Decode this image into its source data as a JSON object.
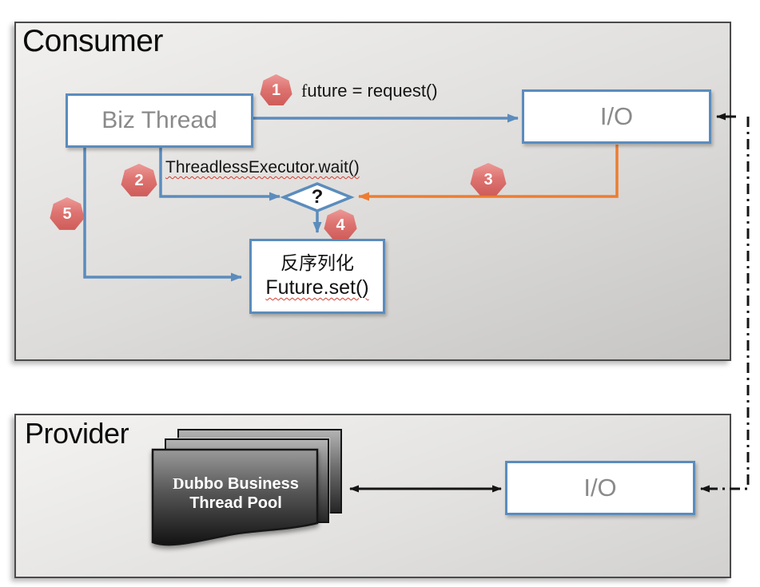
{
  "consumer": {
    "title": "Consumer",
    "biz_thread_label": "Biz Thread",
    "io_label": "I/O",
    "step1_badge": "1",
    "step1_label": "future = request()",
    "step2_badge": "2",
    "step2_label": "ThreadlessExecutor.wait()",
    "step3_badge": "3",
    "step4_badge": "4",
    "step5_badge": "5",
    "decision_label": "?",
    "deserialize_line1": "反序列化",
    "deserialize_line2": "Future.set()"
  },
  "provider": {
    "title": "Provider",
    "pool_line1": "Dubbo Business",
    "pool_line2": "Thread Pool",
    "io_label": "I/O"
  },
  "colors": {
    "connector_blue": "#5b8cbd",
    "connector_orange": "#ed7d31",
    "connector_black": "#141414",
    "badge_red": "#d96b68",
    "panel_border": "#4a4a4a",
    "node_border_blue": "#5b8cbd",
    "node_text_gray": "#8a8a8a",
    "spellcheck_red": "#d23f31"
  }
}
